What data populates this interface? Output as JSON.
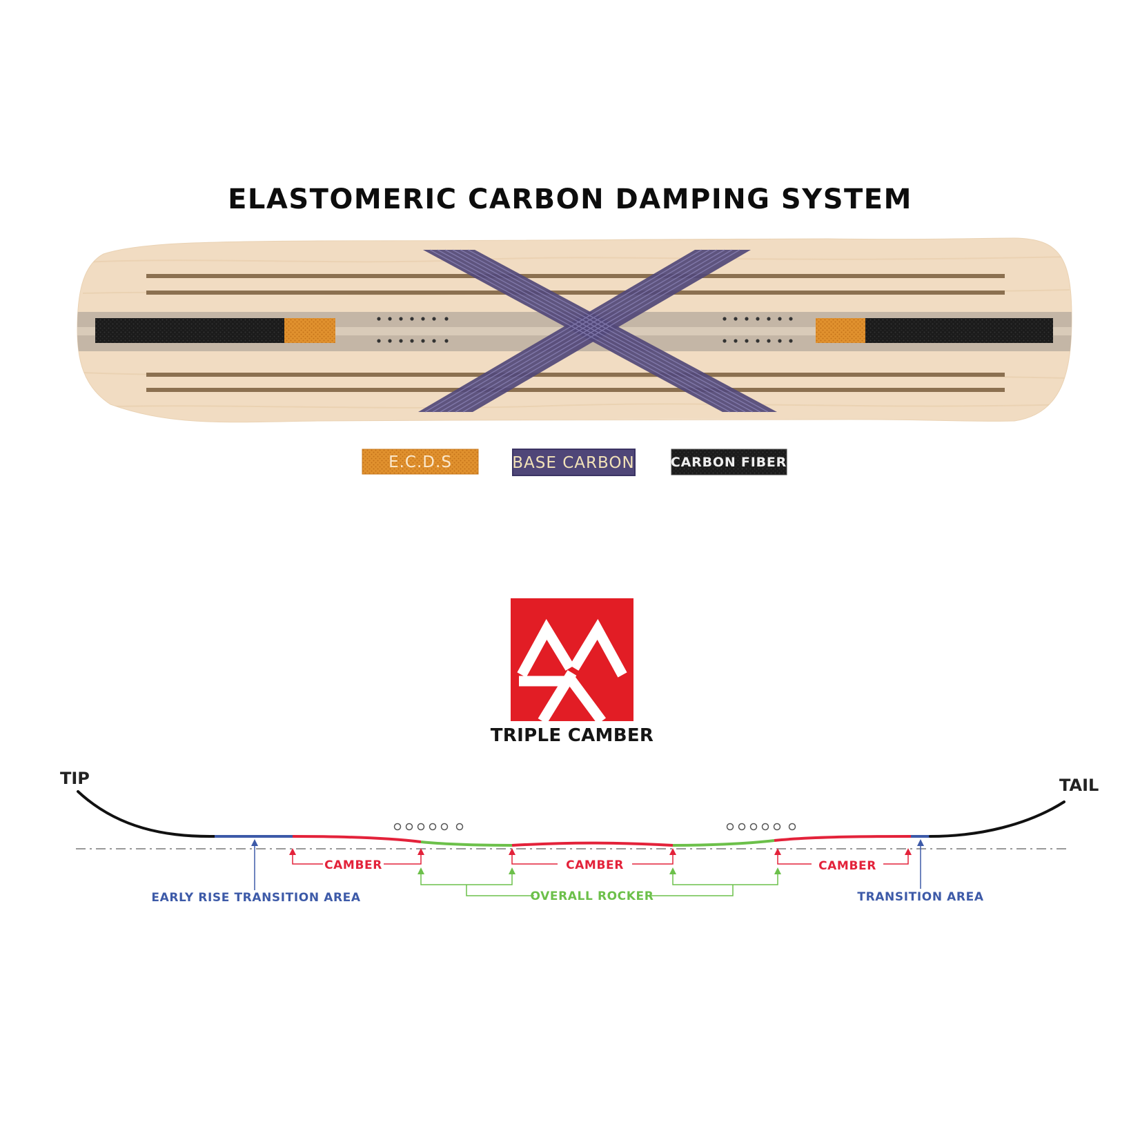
{
  "title": "ELASTOMERIC CARBON DAMPING SYSTEM",
  "legend": {
    "ecds": "E.C.D.S",
    "base_carbon": "BASE CARBON",
    "carbon_fiber": "CARBON FIBER"
  },
  "logo": {
    "caption": "TRIPLE CAMBER"
  },
  "profile": {
    "tip": "TIP",
    "tail": "TAIL",
    "camber": "CAMBER",
    "overall_rocker": "OVERALL ROCKER",
    "early_rise_transition": "EARLY RISE TRANSITION AREA",
    "transition_area": "TRANSITION AREA"
  },
  "colors": {
    "wood": "#f1dcc2",
    "stringer": "#8b7050",
    "channel": "#c4b6a6",
    "ecds": "#e0912e",
    "base_carbon": "#514878",
    "carbon_fiber": "#1c1c1c",
    "logo_red": "#e21d25",
    "camber_red": "#e3223a",
    "rocker_green": "#6cc04a",
    "transition_blue": "#3d5aa8",
    "curve_black": "#111111"
  }
}
